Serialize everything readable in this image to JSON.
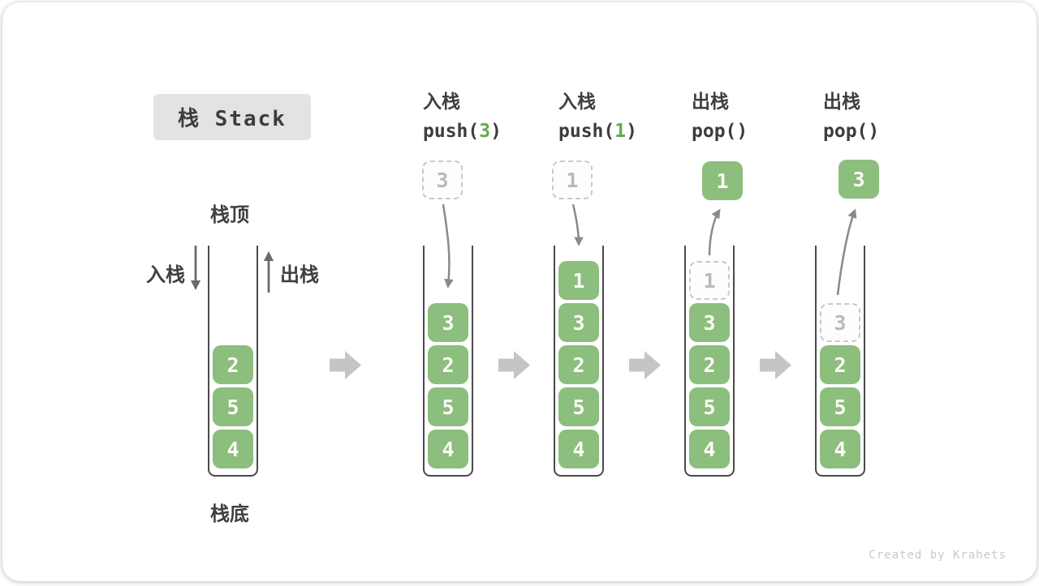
{
  "title": "栈 Stack",
  "side_labels": {
    "top": "栈顶",
    "bottom": "栈底",
    "push": "入栈",
    "pop": "出栈"
  },
  "operations": [
    {
      "name": "入栈",
      "code_pre": "push(",
      "code_arg": "3",
      "code_post": ")"
    },
    {
      "name": "入栈",
      "code_pre": "push(",
      "code_arg": "1",
      "code_post": ")"
    },
    {
      "name": "出栈",
      "code_pre": "pop(",
      "code_arg": "",
      "code_post": ")"
    },
    {
      "name": "出栈",
      "code_pre": "pop(",
      "code_arg": "",
      "code_post": ")"
    }
  ],
  "stacks": [
    {
      "cells": [
        {
          "value": "2",
          "type": "solid"
        },
        {
          "value": "5",
          "type": "solid"
        },
        {
          "value": "4",
          "type": "solid"
        }
      ],
      "float": null
    },
    {
      "cells": [
        {
          "value": "3",
          "type": "solid"
        },
        {
          "value": "2",
          "type": "solid"
        },
        {
          "value": "5",
          "type": "solid"
        },
        {
          "value": "4",
          "type": "solid"
        }
      ],
      "float": {
        "value": "3",
        "type": "ghost"
      }
    },
    {
      "cells": [
        {
          "value": "1",
          "type": "solid"
        },
        {
          "value": "3",
          "type": "solid"
        },
        {
          "value": "2",
          "type": "solid"
        },
        {
          "value": "5",
          "type": "solid"
        },
        {
          "value": "4",
          "type": "solid"
        }
      ],
      "float": {
        "value": "1",
        "type": "ghost"
      }
    },
    {
      "cells": [
        {
          "value": "1",
          "type": "ghost"
        },
        {
          "value": "3",
          "type": "solid"
        },
        {
          "value": "2",
          "type": "solid"
        },
        {
          "value": "5",
          "type": "solid"
        },
        {
          "value": "4",
          "type": "solid"
        }
      ],
      "float": {
        "value": "1",
        "type": "solid"
      }
    },
    {
      "cells": [
        {
          "value": "3",
          "type": "ghost"
        },
        {
          "value": "2",
          "type": "solid"
        },
        {
          "value": "5",
          "type": "solid"
        },
        {
          "value": "4",
          "type": "solid"
        }
      ],
      "float": {
        "value": "3",
        "type": "solid"
      }
    }
  ],
  "watermark": "Created by Krahets",
  "colors": {
    "box_green": "#8cbe7d",
    "arg_green": "#64a94c",
    "ghost_gray": "#b9b9b9",
    "step_arrow": "#c5c5c5"
  }
}
